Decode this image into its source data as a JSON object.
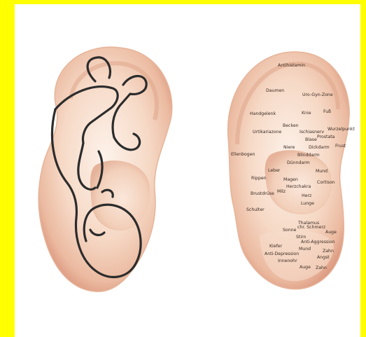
{
  "colors": {
    "frame": "#ffff00",
    "background": "#ffffff",
    "skin_light": "#fbe6d8",
    "skin_mid": "#efc3a6",
    "skin_dark": "#d9937a",
    "fetus_outline": "#2c2c2c",
    "label_text": "#3a2a22"
  },
  "left_ear": {
    "icon": "fetus-outline-icon"
  },
  "right_ear": {
    "points": [
      "Antihistamin",
      "Daumen",
      "Uro-Gyn-Zone",
      "Handgelenk",
      "Knie",
      "Fuß",
      "Becken",
      "Urtikariazone",
      "Ischiasnerv",
      "Wurzelpunkt",
      "Blase",
      "Prostata",
      "Niere",
      "Dickdarm",
      "Frust",
      "Ellenbogen",
      "Blinddarm",
      "Dünndarm",
      "Leber",
      "Mund",
      "Rippen",
      "Magen",
      "Cortison",
      "Herzchakra",
      "Milz",
      "Brustdrüse",
      "Herz",
      "Lunge",
      "Schulter",
      "Thalamus",
      "Sonne",
      "chr. Schmerz",
      "Auge",
      "Stirn",
      "Anti-Aggression",
      "Kiefer",
      "Mund",
      "Zahn",
      "Anti-Depression",
      "Angst",
      "Innenohr",
      "Auge",
      "Zahn"
    ]
  }
}
